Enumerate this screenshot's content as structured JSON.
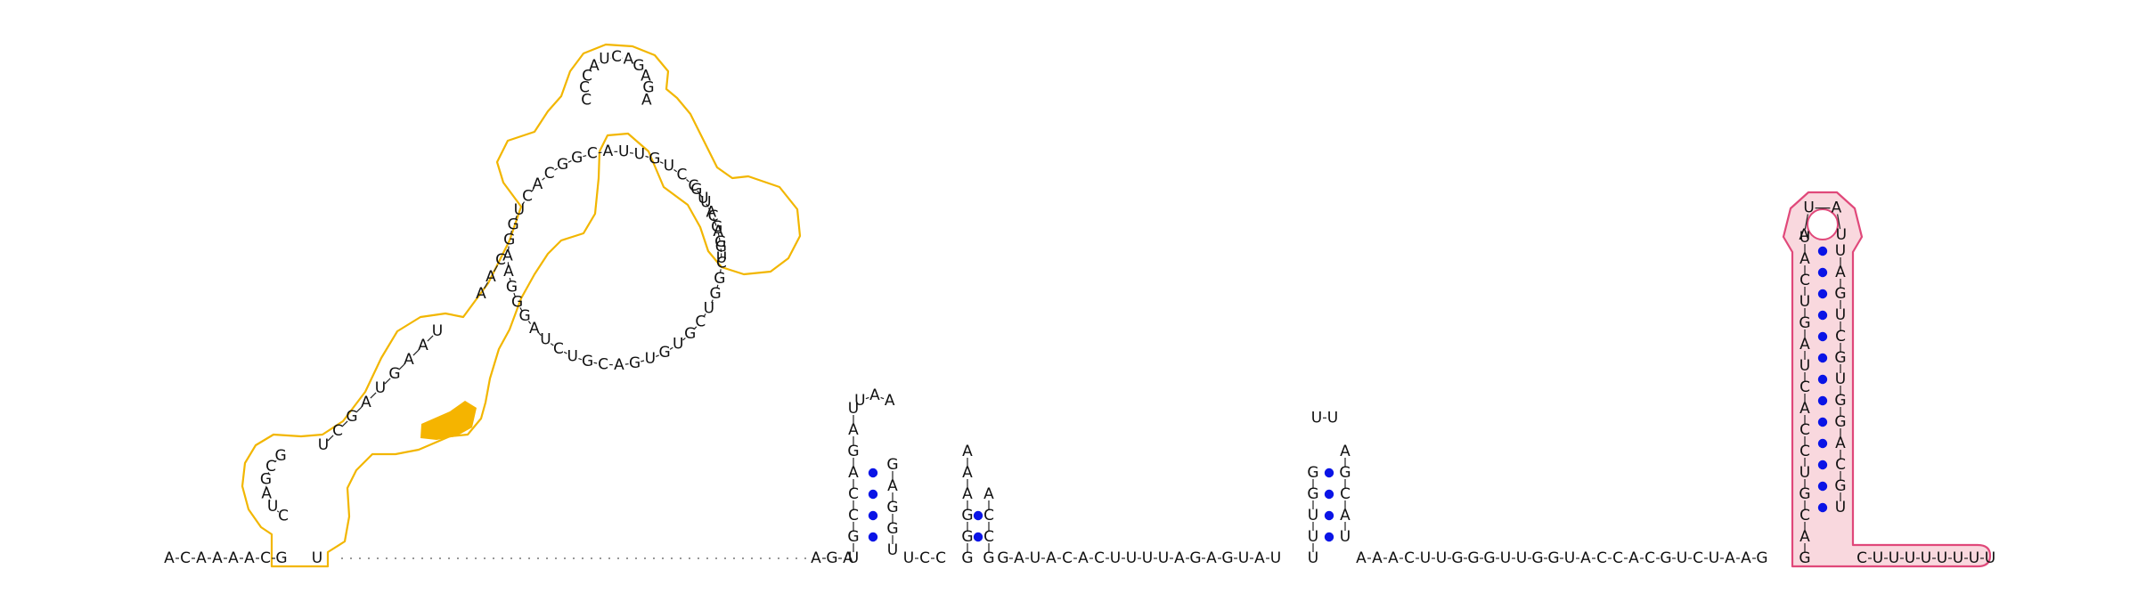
{
  "colors": {
    "base_pair_dot": "#0a14e6",
    "highlight_orange": "#f2b600",
    "highlight_pink_stroke": "#e0487a",
    "highlight_pink_fill": "#f9d8de"
  },
  "sequences": {
    "left_tail": "ACAAAACG",
    "d1_5p_stem": "CUAGCG",
    "d1_5p_mid": "UCGAUGAAU",
    "d1_5p_upper": "AAC",
    "d1_loop": "CCCAUCAGAGA",
    "d1_3p": "GUCAGCGGUCGUGUGACGUCUAGGGAAGGUCACGGCAUUGUCCUAGGU",
    "dotted_after_u": "U",
    "dotted_before_aga": "AGA",
    "hp1_5p": "UGCCAGAU",
    "hp1_loop": "UAA",
    "hp1_3p": "GAGGU",
    "linker1": "UCC",
    "hp2_5p": "GGGAAA",
    "hp2_3p": "ACCG",
    "linker2": "GAUACACUUUUAGAGUAU",
    "hp3_5p": "UUUGG",
    "hp3_loop": "UU",
    "hp3_3p": "AGCAU",
    "linker3": "AAACUUGGGUUGGUACCACGUCUAAG",
    "pink_5p": "GACGUCCACUAGUCAU",
    "pink_loop": "AUAU",
    "pink_3p": "UAGUCGUGGACGU",
    "right_tail": "CUUUUUUUU"
  },
  "labels": {
    "left_tail": [
      "A",
      "C",
      "A",
      "A",
      "A",
      "C",
      "G",
      "C"
    ],
    "right_tail": [
      "C",
      "U",
      "U",
      "U",
      "U",
      "U",
      "U",
      "U"
    ]
  }
}
